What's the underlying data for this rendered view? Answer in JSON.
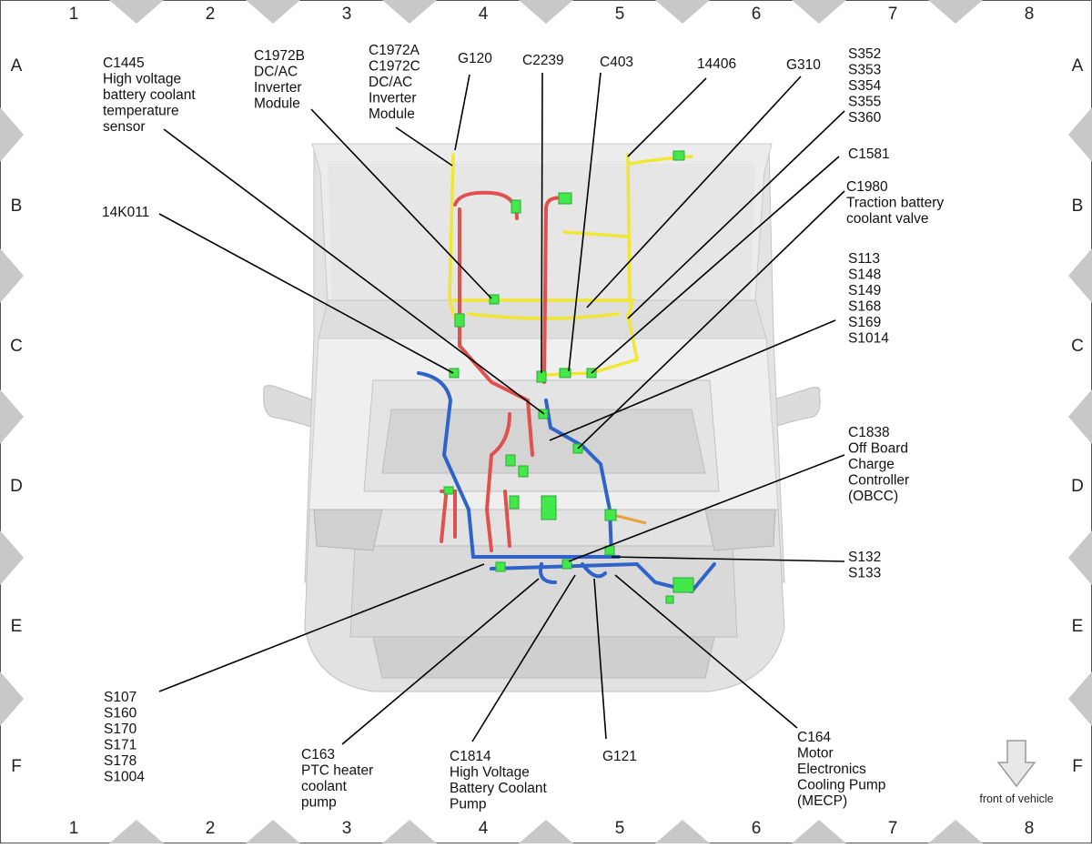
{
  "grid": {
    "columns": [
      "1",
      "2",
      "3",
      "4",
      "5",
      "6",
      "7",
      "8"
    ],
    "rows": [
      "A",
      "B",
      "C",
      "D",
      "E",
      "F"
    ]
  },
  "callouts": [
    {
      "id": "c1445",
      "lines": [
        "C1445",
        "High voltage",
        "battery coolant",
        "temperature",
        "sensor"
      ]
    },
    {
      "id": "c1972b",
      "lines": [
        "C1972B",
        "DC/AC",
        "Inverter",
        "Module"
      ]
    },
    {
      "id": "c1972a",
      "lines": [
        "C1972A",
        "C1972C",
        "DC/AC",
        "Inverter",
        "Module"
      ]
    },
    {
      "id": "g120",
      "lines": [
        "G120"
      ]
    },
    {
      "id": "c2239",
      "lines": [
        "C2239"
      ]
    },
    {
      "id": "c403",
      "lines": [
        "C403"
      ]
    },
    {
      "id": "14406",
      "lines": [
        "14406"
      ]
    },
    {
      "id": "g310",
      "lines": [
        "G310"
      ]
    },
    {
      "id": "s352",
      "lines": [
        "S352",
        "S353",
        "S354",
        "S355",
        "S360"
      ]
    },
    {
      "id": "c1581",
      "lines": [
        "C1581"
      ]
    },
    {
      "id": "c1980",
      "lines": [
        "C1980",
        "Traction battery",
        "coolant valve"
      ]
    },
    {
      "id": "14k011",
      "lines": [
        "14K011"
      ]
    },
    {
      "id": "s113",
      "lines": [
        "S113",
        "S148",
        "S149",
        "S168",
        "S169",
        "S1014"
      ]
    },
    {
      "id": "c1838",
      "lines": [
        "C1838",
        "Off Board",
        "Charge",
        "Controller",
        "(OBCC)"
      ]
    },
    {
      "id": "s132",
      "lines": [
        "S132",
        "S133"
      ]
    },
    {
      "id": "s107",
      "lines": [
        "S107",
        "S160",
        "S170",
        "S171",
        "S178",
        "S1004"
      ]
    },
    {
      "id": "c163",
      "lines": [
        "C163",
        "PTC heater",
        "coolant",
        "pump"
      ]
    },
    {
      "id": "c1814",
      "lines": [
        "C1814",
        "High Voltage",
        "Battery Coolant",
        "Pump"
      ]
    },
    {
      "id": "g121",
      "lines": [
        "G121"
      ]
    },
    {
      "id": "c164",
      "lines": [
        "C164",
        "Motor",
        "Electronics",
        "Cooling Pump",
        "(MECP)"
      ]
    }
  ],
  "front_label": "front of vehicle",
  "colors": {
    "harness_yellow": "#f2e634",
    "harness_red": "#e0504f",
    "harness_blue": "#2f63c8",
    "connector_green": "#43e84b",
    "vehicle_body": "#d9d9d9",
    "grid_marker": "#c8c8c8"
  }
}
